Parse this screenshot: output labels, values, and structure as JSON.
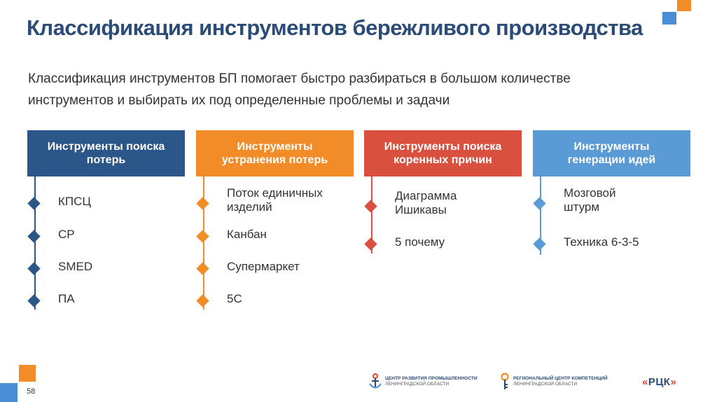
{
  "title": "Классификация инструментов бережливого производства",
  "intro": [
    "Классификация инструментов БП помогает быстро разбираться в большом количестве",
    "инструментов и выбирать их под определенные проблемы и задачи"
  ],
  "columns": [
    {
      "header": [
        "Инструменты поиска",
        "потерь"
      ],
      "color": "#2b5689",
      "items": [
        [
          "КПСЦ"
        ],
        [
          "СР"
        ],
        [
          "SMED"
        ],
        [
          "ПА"
        ]
      ]
    },
    {
      "header": [
        "Инструменты",
        "устранения потерь"
      ],
      "color": "#f28c28",
      "items": [
        [
          "Поток единичных",
          "изделий"
        ],
        [
          "Канбан"
        ],
        [
          "Супермаркет"
        ],
        [
          "5С"
        ]
      ]
    },
    {
      "header": [
        "Инструменты поиска",
        "коренных причин"
      ],
      "color": "#d9503f",
      "items": [
        [
          "Диаграмма",
          "Ишикавы"
        ],
        [
          "5 почему"
        ]
      ]
    },
    {
      "header": [
        "Инструменты",
        "генерации идей"
      ],
      "color": "#5b9bd5",
      "items": [
        [
          "Мозговой",
          "штурм"
        ],
        [
          "Техника 6-3-5"
        ]
      ]
    }
  ],
  "page_number": "58",
  "logos": {
    "logo1": {
      "line1": "ЦЕНТР РАЗВИТИЯ ПРОМЫШЛЕННОСТИ",
      "line2": "ЛЕНИНГРАДСКОЙ ОБЛАСТИ",
      "icon": "anchor-icon"
    },
    "logo2": {
      "line1": "РЕГИОНАЛЬНЫЙ ЦЕНТР КОМПЕТЕНЦИЙ",
      "line2": "ЛЕНИНГРАДСКОЙ ОБЛАСТИ",
      "icon": "key-icon"
    },
    "logo3": {
      "text": "РЦК"
    }
  },
  "colors": {
    "title": "#2b4b78",
    "accent_orange": "#f28c28",
    "accent_blue": "#4a8fd6"
  }
}
